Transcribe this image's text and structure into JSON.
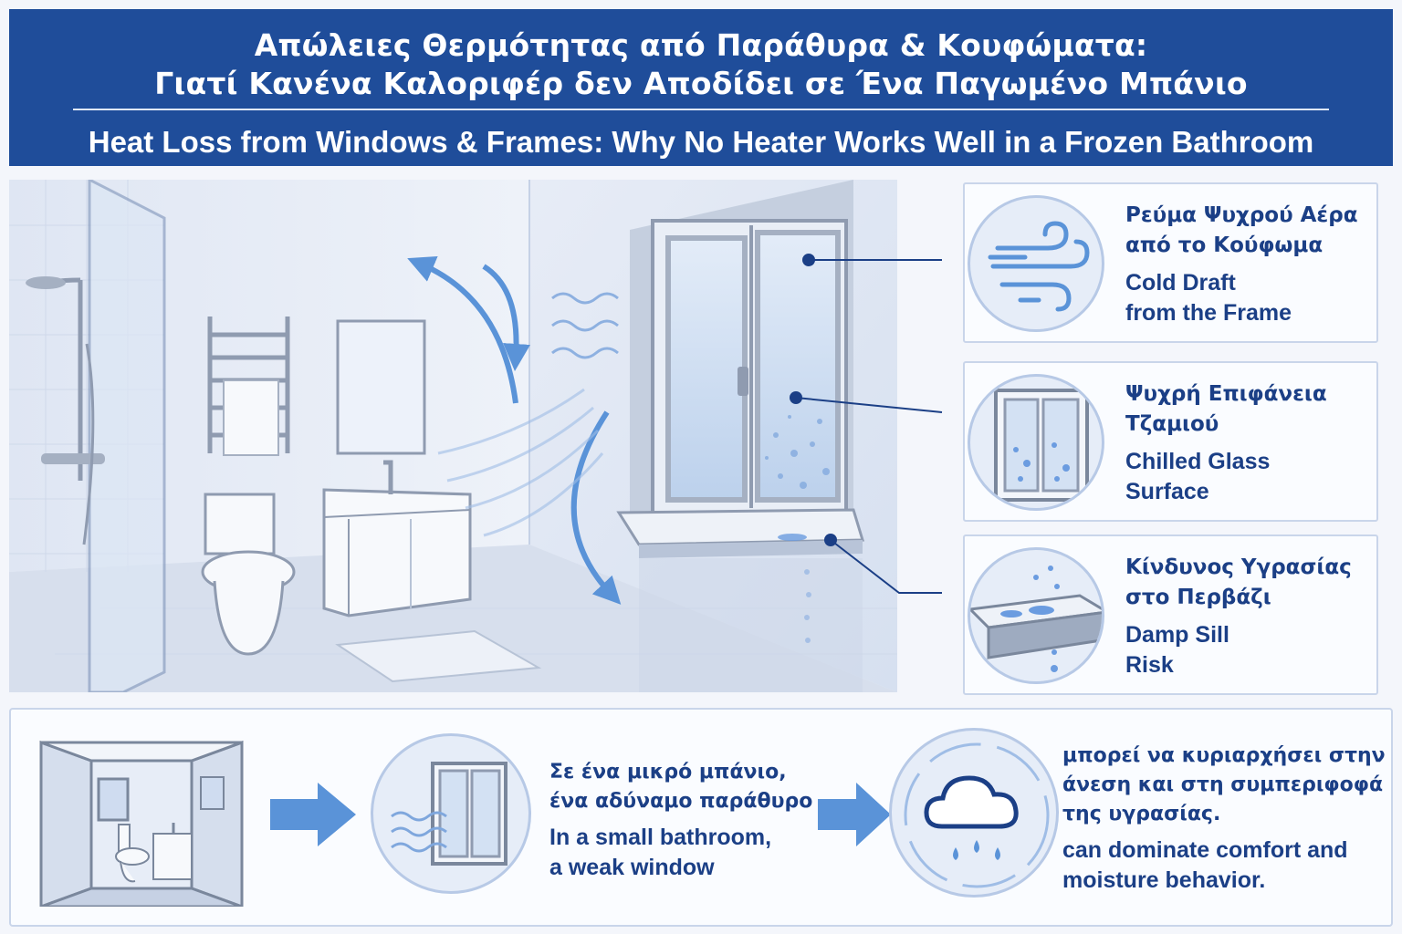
{
  "header": {
    "title_gr_line1": "Απώλειες Θερμότητας από Παράθυρα  & Κουφώματα:",
    "title_gr_line2": "Γιατί Κανένα Καλοριφέρ δεν Αποδίδει σε Ένα Παγωμένο Μπάνιο",
    "title_en": "Heat Loss from Windows & Frames: Why No Heater Works Well in a Frozen Bathroom"
  },
  "colors": {
    "header_bg": "#1f4d9a",
    "text_blue": "#1b3f86",
    "arrow_blue": "#5a93d8",
    "card_border": "#c9d5ea"
  },
  "callouts": [
    {
      "icon": "wind-icon",
      "gr_line1": "Ρεύμα Ψυχρού Αέρα",
      "gr_line2": "από το Κούφωμα",
      "en_line1": "Cold Draft",
      "en_line2": "from the Frame"
    },
    {
      "icon": "window-glass-icon",
      "gr_line1": "Ψυχρή Επιφάνεια",
      "gr_line2": "Τζαμιού",
      "en_line1": "Chilled Glass",
      "en_line2": "Surface"
    },
    {
      "icon": "wet-sill-icon",
      "gr_line1": "Κίνδυνος Υγρασίας",
      "gr_line2": "στο Περβάζι",
      "en_line1": "Damp Sill",
      "en_line2": "Risk"
    }
  ],
  "bottom": {
    "step1_gr_line1": "Σε ένα μικρό μπάνιο,",
    "step1_gr_line2": "ένα αδύναμο παράθυρο",
    "step1_en_line1": "In a small bathroom,",
    "step1_en_line2": "a weak window",
    "step2_gr_line1": "μπορεί να κυριαρχήσει στην",
    "step2_gr_line2": "άνεση και στη συμπεριφοφά",
    "step2_gr_line3": "της υγρασίας.",
    "step2_en_line1": "can dominate comfort and",
    "step2_en_line2": "moisture behavior."
  }
}
